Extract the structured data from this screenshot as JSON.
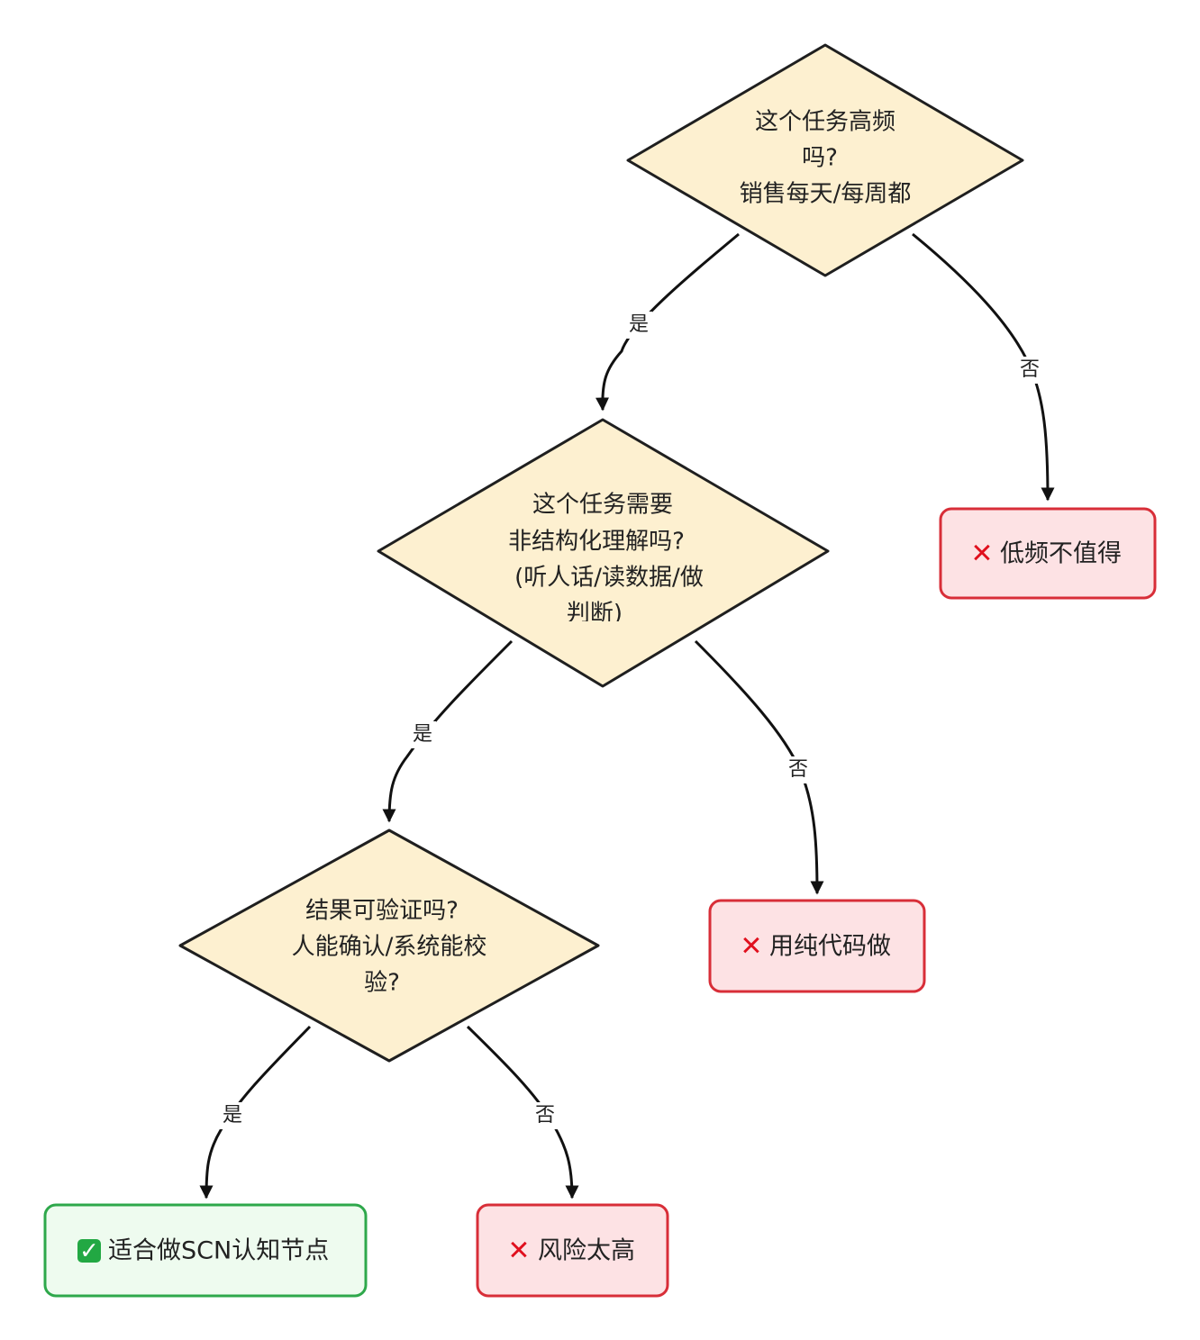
{
  "colors": {
    "decision_fill": "#fdf0d0",
    "decision_stroke": "#1f1f1f",
    "bad_fill": "#fde2e4",
    "bad_stroke": "#d82e38",
    "good_fill": "#eefbef",
    "good_stroke": "#2ea84b",
    "edge": "#111111",
    "x_mark": "#e0101e",
    "check_box": "#22a843"
  },
  "decisions": [
    {
      "id": "d1",
      "lines": [
        "这个任务高频",
        "吗?",
        "销售每天/每周都"
      ]
    },
    {
      "id": "d2",
      "lines": [
        "这个任务需要",
        "非结构化理解吗?",
        "(听人话/读数据/做",
        "判断)"
      ]
    },
    {
      "id": "d3",
      "lines": [
        "结果可验证吗?",
        "人能确认/系统能校",
        "验?"
      ]
    }
  ],
  "outcomes": [
    {
      "id": "o1",
      "icon": "cross-icon",
      "mark": "✕",
      "label": "低频不值得",
      "kind": "bad"
    },
    {
      "id": "o2",
      "icon": "cross-icon",
      "mark": "✕",
      "label": "用纯代码做",
      "kind": "bad"
    },
    {
      "id": "o3",
      "icon": "check-box-icon",
      "mark": "✓",
      "label": "适合做SCN认知节点",
      "kind": "good"
    },
    {
      "id": "o4",
      "icon": "cross-icon",
      "mark": "✕",
      "label": "风险太高",
      "kind": "bad"
    }
  ],
  "edges": [
    {
      "id": "e1",
      "from": "d1",
      "to": "d2",
      "label": "是"
    },
    {
      "id": "e2",
      "from": "d1",
      "to": "o1",
      "label": "否"
    },
    {
      "id": "e3",
      "from": "d2",
      "to": "d3",
      "label": "是"
    },
    {
      "id": "e4",
      "from": "d2",
      "to": "o2",
      "label": "否"
    },
    {
      "id": "e5",
      "from": "d3",
      "to": "o3",
      "label": "是"
    },
    {
      "id": "e6",
      "from": "d3",
      "to": "o4",
      "label": "否"
    }
  ]
}
